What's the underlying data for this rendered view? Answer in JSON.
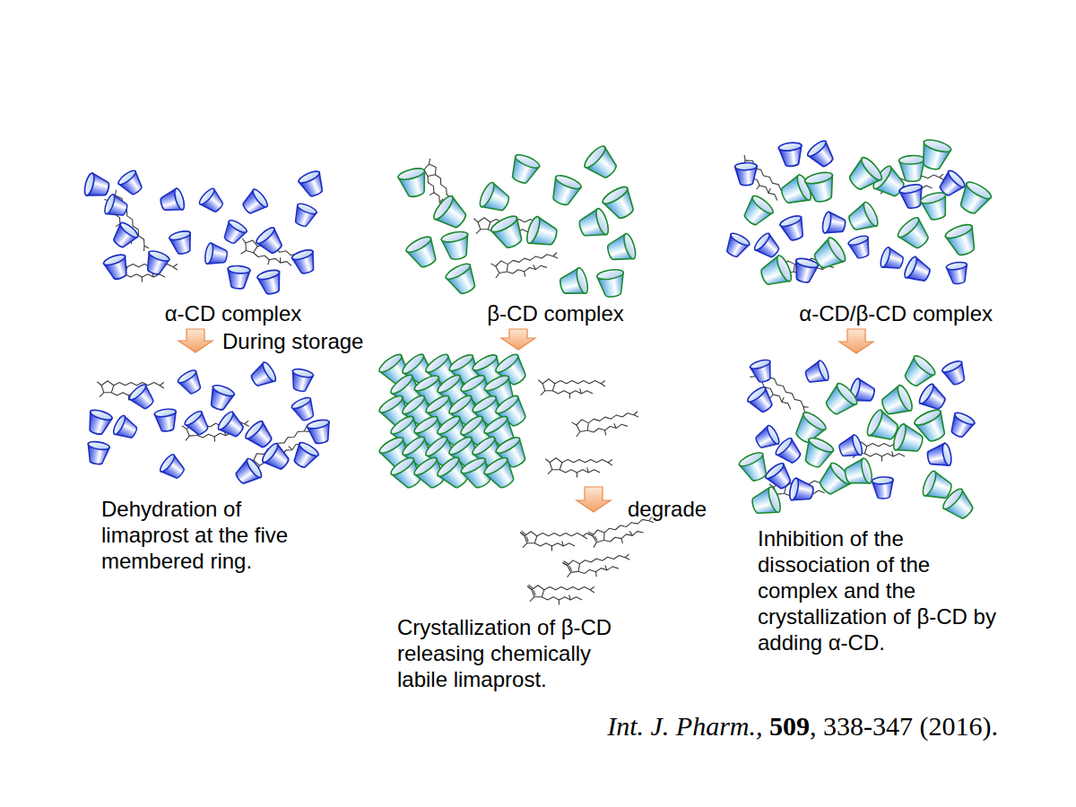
{
  "diagram": {
    "nodes": [
      {
        "text": [
          "α-CD complex"
        ]
      },
      {
        "text": [
          "β-CD complex"
        ]
      },
      {
        "text": [
          "α-CD/β-CD complex"
        ]
      },
      {
        "text": [
          "Dehydration of limaprost at the five membered ring."
        ]
      },
      {
        "text": [
          "Crystallization of β-CD releasing chemically labile limaprost."
        ]
      },
      {
        "text": [
          "Inhibition of the dissociation of the complex and the crystallization of β-CD by adding α-CD."
        ]
      }
    ],
    "edges": [
      {
        "from": 0,
        "to": 3,
        "arrow": "to",
        "label": "During storage"
      },
      {
        "from": 1,
        "to": 4,
        "arrow": "to"
      },
      {
        "from": 2,
        "to": 5,
        "arrow": "to"
      }
    ],
    "labels": [
      "degrade",
      "Int. J. Pharm.,",
      "509",
      ", 338-347 (2016)."
    ]
  }
}
